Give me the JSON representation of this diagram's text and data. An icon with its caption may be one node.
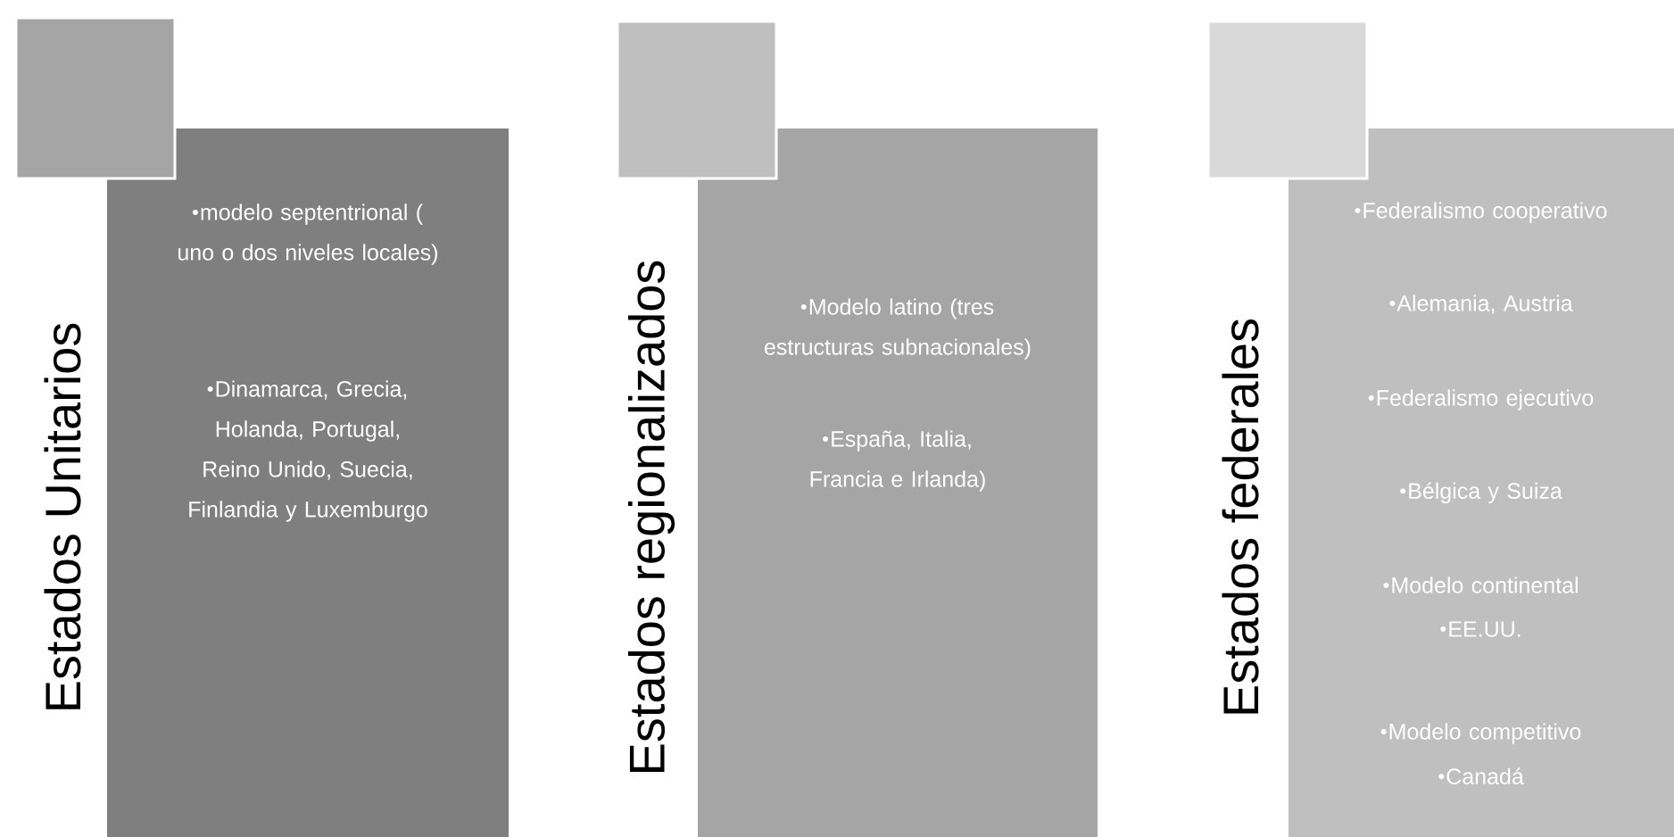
{
  "diagram": {
    "nodes": [
      {
        "text": [],
        "shape": "box"
      },
      {
        "text": [
          "Estados Unitarios",
          "modelo septentrional ( uno o dos niveles locales)",
          "Dinamarca, Grecia, Holanda, Portugal, Reino Unido, Suecia, Finlandia y Luxemburgo"
        ]
      },
      {
        "text": [],
        "shape": "box"
      },
      {
        "text": [
          "Estados regionalizados",
          "Modelo latino (tres estructuras subnacionales)",
          "España, Italia, Francia e Irlanda)"
        ]
      },
      {
        "text": [],
        "shape": "box"
      },
      {
        "text": [
          "Estados federales",
          "Federalismo cooperativo",
          "Alemania, Austria",
          "Federalismo ejecutivo",
          "Bélgica y Suiza",
          "Modelo continental",
          "EE.UU.",
          "Modelo competitivo",
          "Canadá"
        ]
      }
    ]
  }
}
